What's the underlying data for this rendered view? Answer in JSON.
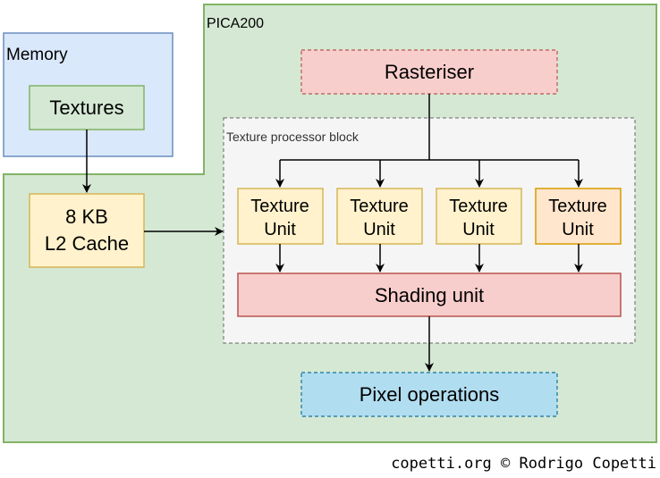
{
  "colors": {
    "pica_fill": "#d5e8d4",
    "pica_stroke": "#82b366",
    "memory_fill": "#dae8fc",
    "memory_stroke": "#6c8ebf",
    "yellow_fill": "#fff2cc",
    "yellow_stroke": "#d6b656",
    "orange_fill": "#ffe6cc",
    "orange_stroke": "#d79b00",
    "red_fill": "#f8cecc",
    "red_stroke": "#b85450",
    "blue_fill": "#b1ddf0",
    "blue_stroke": "#10739e",
    "group_fill": "#f5f5f5",
    "group_stroke": "#666666"
  },
  "containers": {
    "memory": "Memory",
    "pica": "PICA200",
    "texture_processor": "Texture processor block"
  },
  "nodes": {
    "textures": "Textures",
    "cache_line1": "8 KB",
    "cache_line2": "L2 Cache",
    "rasteriser": "Rasteriser",
    "texture_units": [
      {
        "line1": "Texture",
        "line2": "Unit"
      },
      {
        "line1": "Texture",
        "line2": "Unit"
      },
      {
        "line1": "Texture",
        "line2": "Unit"
      },
      {
        "line1": "Texture",
        "line2": "Unit"
      }
    ],
    "shading": "Shading unit",
    "pixel_ops": "Pixel operations"
  },
  "credit": "copetti.org © Rodrigo Copetti"
}
